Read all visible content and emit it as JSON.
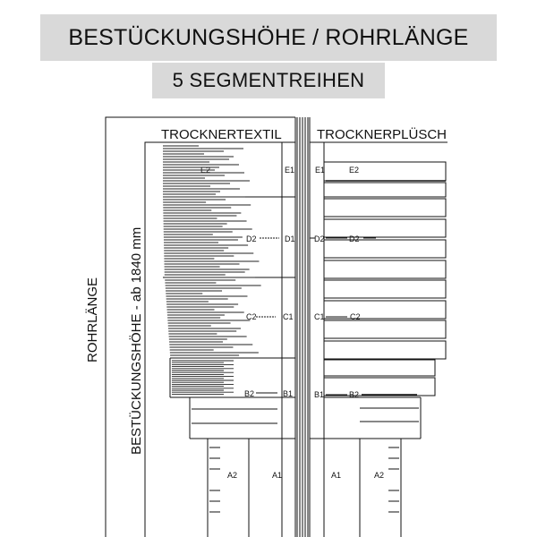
{
  "header": {
    "title": "BESTÜCKUNGSHÖHE / ROHRLÄNGE",
    "subtitle": "5 SEGMENTREIHEN"
  },
  "labels": {
    "left_column": "TROCKNERTEXTIL",
    "right_column": "TROCKNERPLÜSCH",
    "rohrlaenge": "ROHRLÄNGE",
    "bestueckungshoehe": "BESTÜCKUNGSHÖHE - ab 1840 mm"
  },
  "segments": {
    "left": {
      "E2": "E2",
      "E1": "E1",
      "D2": "D2",
      "D1": "D1",
      "C2": "C2",
      "C1": "C1",
      "B2": "B2",
      "B1": "B1",
      "A2": "A2",
      "A1": "A1"
    },
    "right": {
      "E1": "E1",
      "E2": "E2",
      "D2": "D2",
      "D2b": "D2",
      "C1": "C1",
      "C2": "C2",
      "B1": "B1",
      "B2": "B2",
      "A1": "A1",
      "A2": "A2"
    }
  }
}
